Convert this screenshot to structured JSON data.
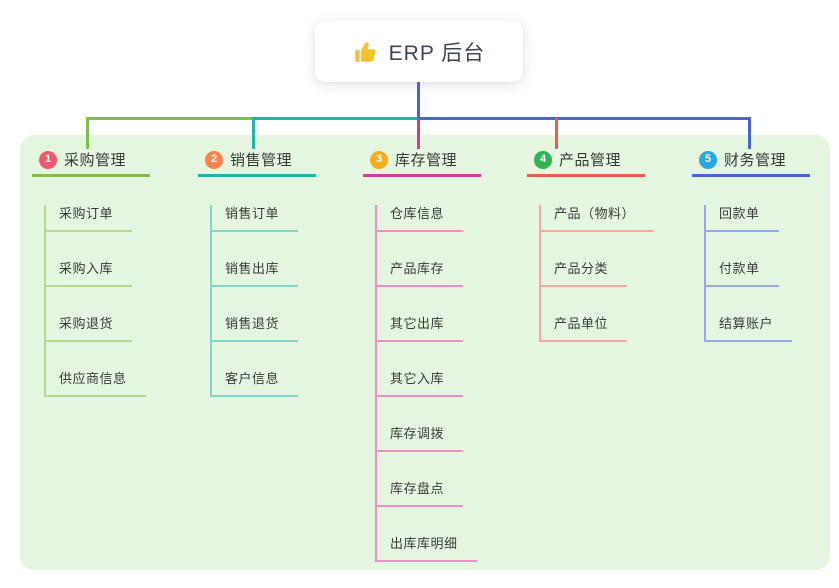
{
  "root": {
    "label": "ERP 后台",
    "icon": "thumbs-up-icon",
    "icon_color": "#f2c230",
    "trunk_color": "#4a63d6"
  },
  "panel": {
    "background": "#e4f6e0"
  },
  "branches": [
    {
      "number": "1",
      "label": "采购管理",
      "badge_color": "#f3566d",
      "line_color": "#85bd4c",
      "child_line_color": "#b6da90",
      "children": [
        "采购订单",
        "采购入库",
        "采购退货",
        "供应商信息"
      ]
    },
    {
      "number": "2",
      "label": "销售管理",
      "badge_color": "#f7824e",
      "line_color": "#1cb4ab",
      "child_line_color": "#84d5cf",
      "children": [
        "销售订单",
        "销售出库",
        "销售退货",
        "客户信息"
      ]
    },
    {
      "number": "3",
      "label": "库存管理",
      "badge_color": "#fcab1b",
      "line_color": "#d6379c",
      "child_line_color": "#f08cc6",
      "children": [
        "仓库信息",
        "产品库存",
        "其它出库",
        "其它入库",
        "库存调拨",
        "库存盘点",
        "出库库明细"
      ]
    },
    {
      "number": "4",
      "label": "产品管理",
      "badge_color": "#2eb452",
      "line_color": "#f3574e",
      "child_line_color": "#f8a8a1",
      "children": [
        "产品（物料）",
        "产品分类",
        "产品单位"
      ]
    },
    {
      "number": "5",
      "label": "财务管理",
      "badge_color": "#29a8e0",
      "line_color": "#4a63d6",
      "child_line_color": "#96a8e8",
      "children": [
        "回款单",
        "付款单",
        "结算账户"
      ]
    }
  ]
}
